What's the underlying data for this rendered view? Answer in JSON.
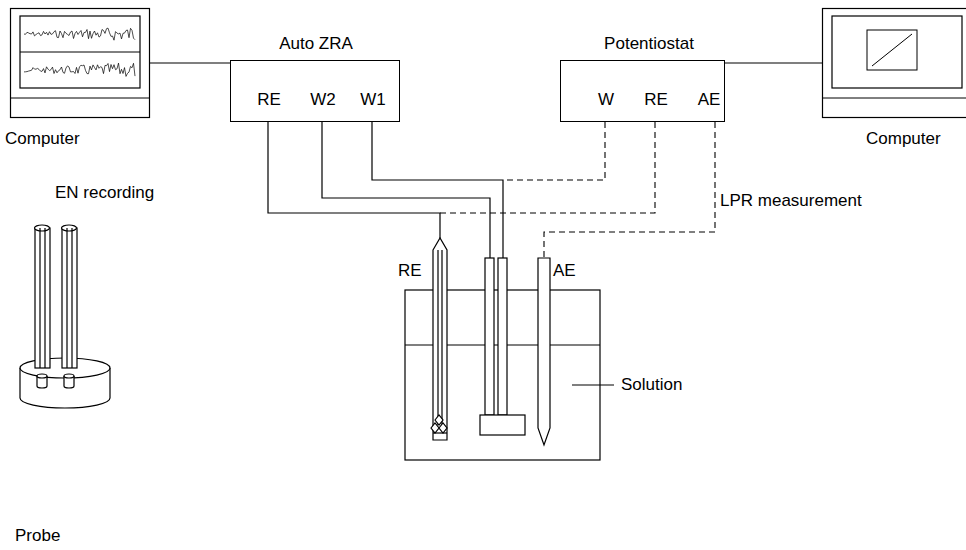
{
  "diagram": {
    "nodes": [
      {
        "text": [
          "Computer"
        ]
      },
      {
        "text": [
          "Auto ZRA",
          "RE",
          "W2",
          "W1"
        ]
      },
      {
        "text": [
          "Potentiostat",
          "W",
          "RE",
          "AE"
        ]
      },
      {
        "text": [
          "Computer"
        ]
      }
    ],
    "edges": [
      {
        "from": 0,
        "to": 1,
        "arrow": "none"
      },
      {
        "from": 2,
        "to": 3,
        "arrow": "none"
      }
    ],
    "labels": [
      "EN recording",
      "LPR measurement",
      "RE",
      "AE",
      "Solution",
      "Probe"
    ]
  }
}
